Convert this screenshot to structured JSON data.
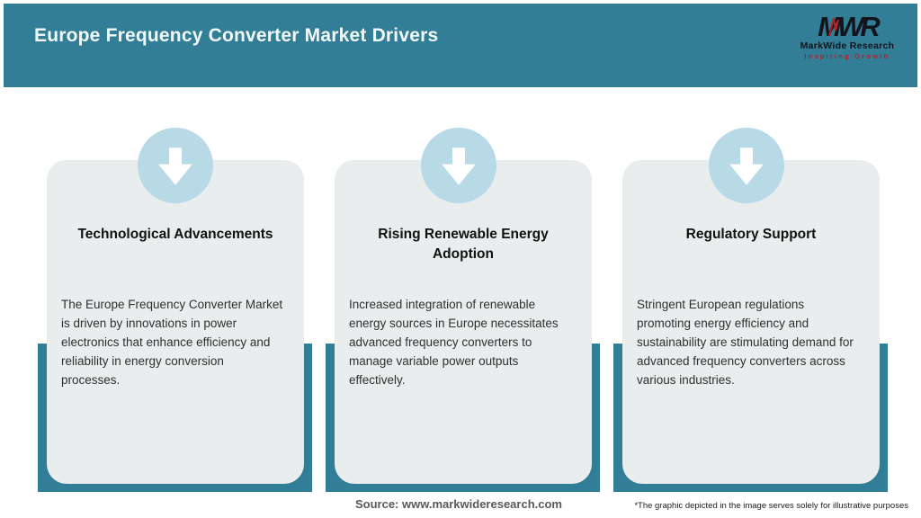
{
  "header": {
    "title": "Europe Frequency Converter Market Drivers"
  },
  "logo": {
    "mark": "MWR",
    "name": "MarkWide Research",
    "tagline": "Inspiring Growth"
  },
  "cards": [
    {
      "icon": "down-arrow-icon",
      "title": "Technological Advancements",
      "body": "The Europe Frequency Converter Market\nis driven by innovations in power\nelectronics that enhance efficiency and\nreliability in energy conversion\nprocesses."
    },
    {
      "icon": "down-arrow-icon",
      "title": "Rising Renewable Energy\nAdoption",
      "body": "Increased integration of renewable\nenergy sources in Europe necessitates\nadvanced frequency converters to\nmanage variable power outputs\neffectively."
    },
    {
      "icon": "down-arrow-icon",
      "title": "Regulatory Support",
      "body": "Stringent European regulations\npromoting energy efficiency and\nsustainability are stimulating demand for\nadvanced frequency converters across\nvarious industries."
    }
  ],
  "footer": {
    "source": "Source: www.markwideresearch.com",
    "disclaimer": "*The graphic depicted in the image serves solely for illustrative purposes"
  },
  "colors": {
    "header_teal": "#327E97",
    "card_backing_teal": "#327E97",
    "circle_blue": "#B8D9E6",
    "card_gray": "#E9EDEE",
    "logo_dark": "#14141C",
    "logo_red": "#B22028",
    "title_white": "#F2F9FB"
  }
}
